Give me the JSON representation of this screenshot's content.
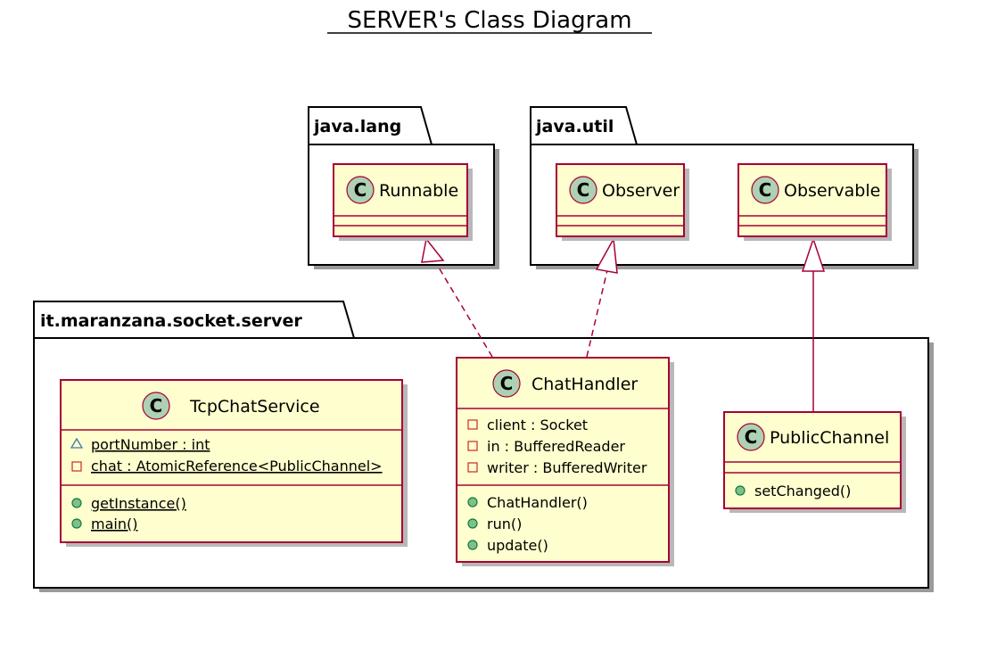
{
  "title": "SERVER's Class Diagram",
  "packages": {
    "java_lang": {
      "name": "java.lang"
    },
    "java_util": {
      "name": "java.util"
    },
    "server": {
      "name": "it.maranzana.socket.server"
    }
  },
  "classes": {
    "runnable": {
      "stereotype_letter": "C",
      "name": "Runnable"
    },
    "observer": {
      "stereotype_letter": "C",
      "name": "Observer"
    },
    "observable": {
      "stereotype_letter": "C",
      "name": "Observable"
    },
    "tcp_chat_service": {
      "stereotype_letter": "C",
      "name": "TcpChatService",
      "fields": [
        {
          "visibility": "package",
          "text": "portNumber : int"
        },
        {
          "visibility": "private",
          "text": "chat : AtomicReference<PublicChannel>"
        }
      ],
      "methods": [
        {
          "visibility": "public",
          "text": "getInstance()"
        },
        {
          "visibility": "public",
          "text": "main()"
        }
      ]
    },
    "chat_handler": {
      "stereotype_letter": "C",
      "name": "ChatHandler",
      "fields": [
        {
          "visibility": "private",
          "text": "client : Socket"
        },
        {
          "visibility": "private",
          "text": "in : BufferedReader"
        },
        {
          "visibility": "private",
          "text": "writer : BufferedWriter"
        }
      ],
      "methods": [
        {
          "visibility": "public",
          "text": "ChatHandler()"
        },
        {
          "visibility": "public",
          "text": "run()"
        },
        {
          "visibility": "public",
          "text": "update()"
        }
      ]
    },
    "public_channel": {
      "stereotype_letter": "C",
      "name": "PublicChannel",
      "fields": [],
      "methods": [
        {
          "visibility": "public",
          "text": "setChanged()"
        }
      ]
    }
  },
  "colors": {
    "class_fill": "#fefece",
    "class_border": "#a80036",
    "class_icon": "#add1b2",
    "private_icon": "#c82930",
    "public_icon": "#84be84",
    "package_icon": "#4177af"
  }
}
